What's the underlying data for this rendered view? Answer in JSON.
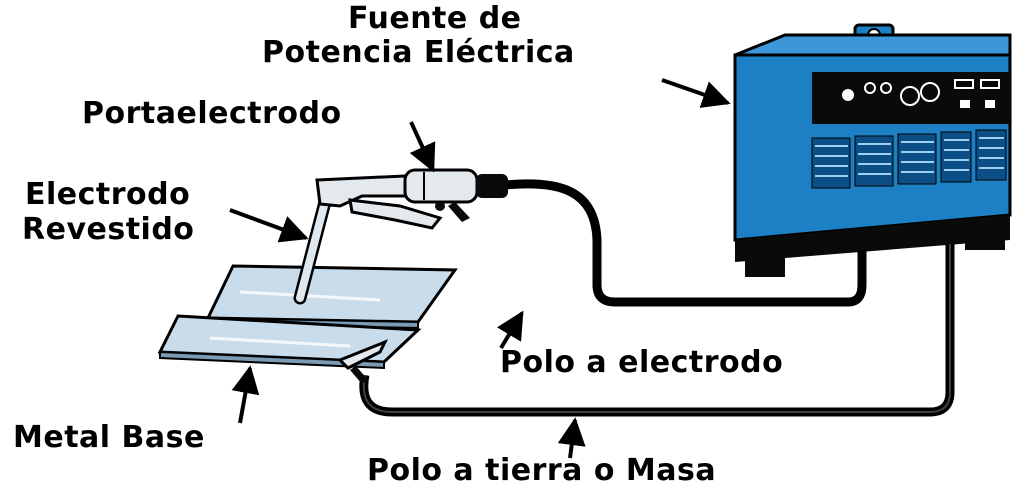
{
  "labels": {
    "power_source": [
      "Fuente de",
      "Potencia Eléctrica"
    ],
    "electrode_holder": "Portaelectrodo",
    "coated_electrode": [
      "Electrodo",
      "Revestido"
    ],
    "electrode_pole": "Polo a electrodo",
    "base_metal": "Metal Base",
    "ground_pole": "Polo a tierra o Masa"
  },
  "colors": {
    "machine_body": "#1d7fc4",
    "machine_dark": "#0b4f86",
    "panel": "#0a0a0a",
    "plate": "#c9dcec",
    "holder": "#e4e9ee",
    "cable": "#000000"
  }
}
